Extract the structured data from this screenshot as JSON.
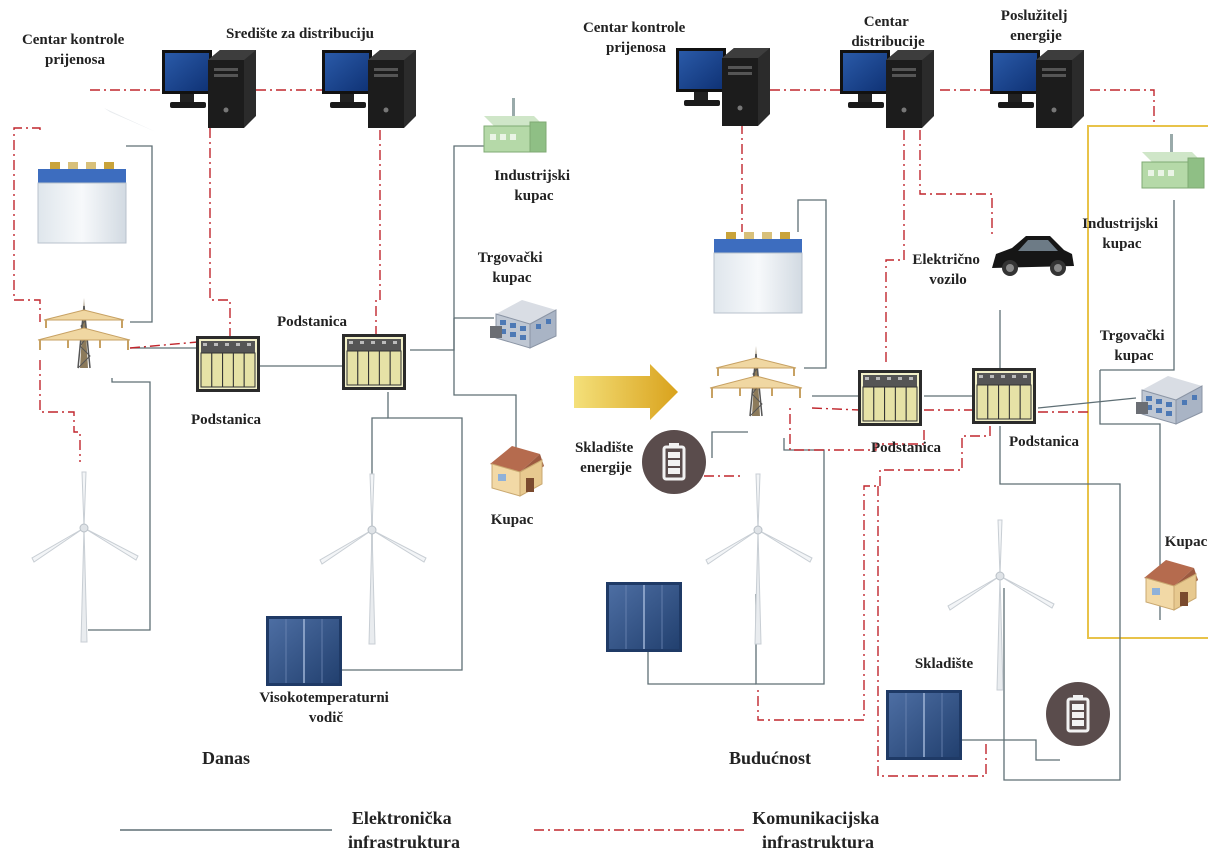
{
  "today": {
    "title": "Danas",
    "labels": {
      "transmission_control": [
        "Centar kontrole",
        "prijenosa"
      ],
      "distribution_center": "Središte za distribuciju",
      "industrial_customer": [
        "Industrijski",
        "kupac"
      ],
      "commercial_customer": [
        "Trgovački",
        "kupac"
      ],
      "substation_top": "Podstanica",
      "substation_bottom": "Podstanica",
      "customer": "Kupac",
      "conductor": [
        "Visokotemperaturni",
        "vodič"
      ]
    }
  },
  "future": {
    "title": "Budućnost",
    "labels": {
      "transmission_control": [
        "Centar kontrole",
        "prijenosa"
      ],
      "distribution_center": [
        "Centar",
        "distribucije"
      ],
      "energy_server": [
        "Poslužitelj",
        "energije"
      ],
      "electric_vehicle": [
        "Električno",
        "vozilo"
      ],
      "energy_storage": [
        "Skladište",
        "energije"
      ],
      "industrial_customer": [
        "Industrijski",
        "kupac"
      ],
      "commercial_customer": [
        "Trgovački",
        "kupac"
      ],
      "substation_1": "Podstanica",
      "substation_2": "Podstanica",
      "customer": "Kupac",
      "storage": "Skladište"
    }
  },
  "legend": {
    "electronic": [
      "Elektronička",
      "infrastruktura"
    ],
    "communication": [
      "Komunikacijska",
      "infrastruktura"
    ]
  },
  "colors": {
    "electric_line": "#5f6f75",
    "comm_line": "#c0262d",
    "customer_box": "#e8c34a",
    "arrow": "#e2b52a"
  }
}
